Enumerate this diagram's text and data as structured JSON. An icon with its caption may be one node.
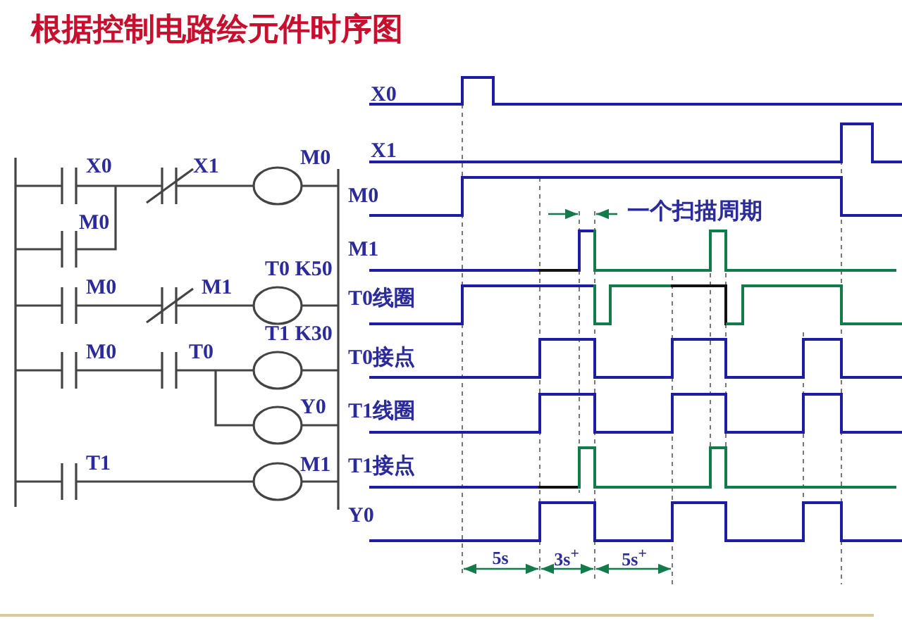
{
  "diagram": {
    "title": "根据控制电路绘元件时序图",
    "labels": [
      "X0",
      "X1",
      "M0",
      "M0",
      "M0",
      "M1",
      "T0 K50",
      "M0",
      "T0",
      "T1 K30",
      "Y0",
      "T1",
      "M1",
      "X0",
      "X1",
      "M0",
      "一个扫描周期",
      "M1",
      "T0线圈",
      "T0接点",
      "T1线圈",
      "T1接点",
      "Y0",
      "5s",
      "3s$^{+}$",
      "5s$^{+}$"
    ]
  }
}
